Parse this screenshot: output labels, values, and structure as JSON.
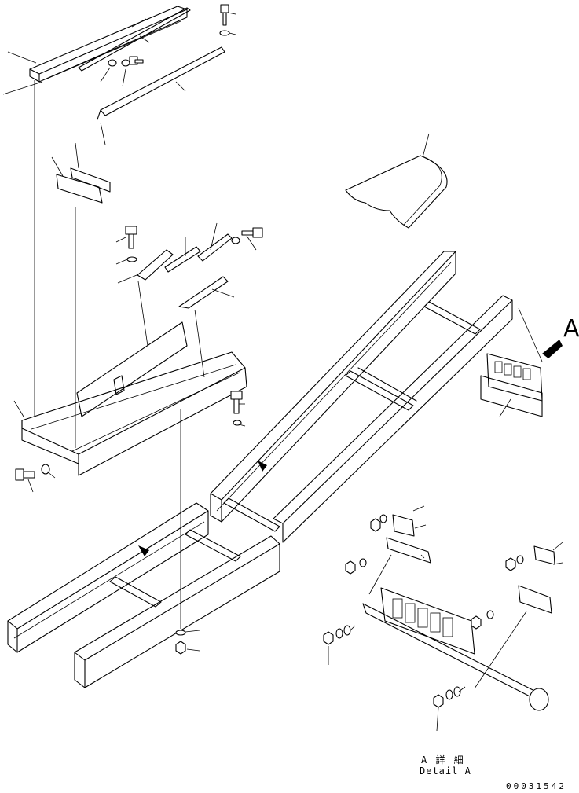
{
  "view_marker": {
    "letter": "A"
  },
  "detail_caption": {
    "japanese": "A 詳 細",
    "english": "Detail A"
  },
  "drawing_number": "00031542"
}
